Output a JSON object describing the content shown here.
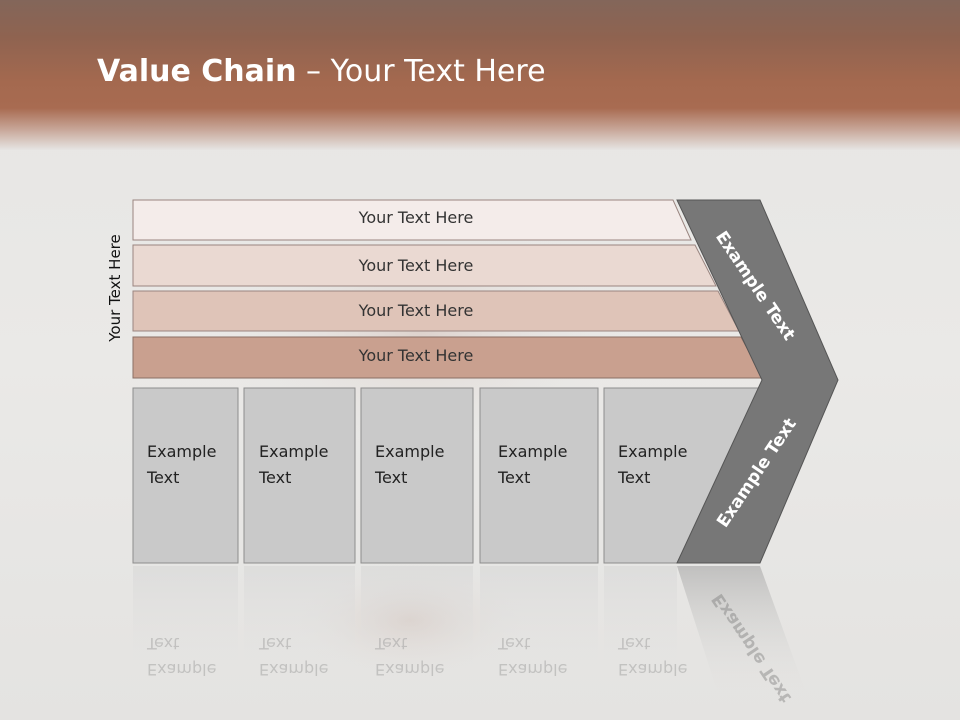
{
  "title": {
    "bold": "Value Chain",
    "rest": " – Your Text Here"
  },
  "side_label": "Your Text Here",
  "support_rows": [
    "Your Text Here",
    "Your Text Here",
    "Your Text Here",
    "Your Text Here"
  ],
  "primary_boxes": [
    {
      "line1": "Example",
      "line2": "Text"
    },
    {
      "line1": "Example",
      "line2": "Text"
    },
    {
      "line1": "Example",
      "line2": "Text"
    },
    {
      "line1": "Example",
      "line2": "Text"
    },
    {
      "line1": "Example",
      "line2": "Text"
    }
  ],
  "arrow_labels": {
    "upper": "Example Text",
    "lower": "Example Text"
  },
  "colors": {
    "header": "#a86b51",
    "row1": "#f4ecea",
    "row2": "#ead9d2",
    "row3": "#dfc4b8",
    "row4": "#c9a08f",
    "box": "#c9c9c9",
    "arrow": "#777777"
  }
}
